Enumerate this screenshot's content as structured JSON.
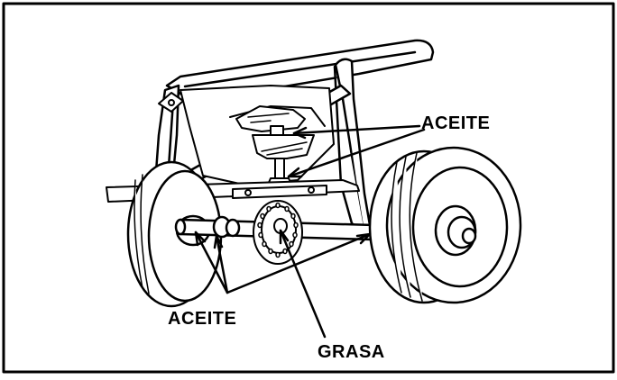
{
  "figure": {
    "labels": {
      "aceite_top": "ACEITE",
      "aceite_bottom": "ACEITE",
      "grasa": "GRASA"
    },
    "colors": {
      "line": "#000000",
      "fill": "#ffffff",
      "background": "#ffffff"
    }
  }
}
